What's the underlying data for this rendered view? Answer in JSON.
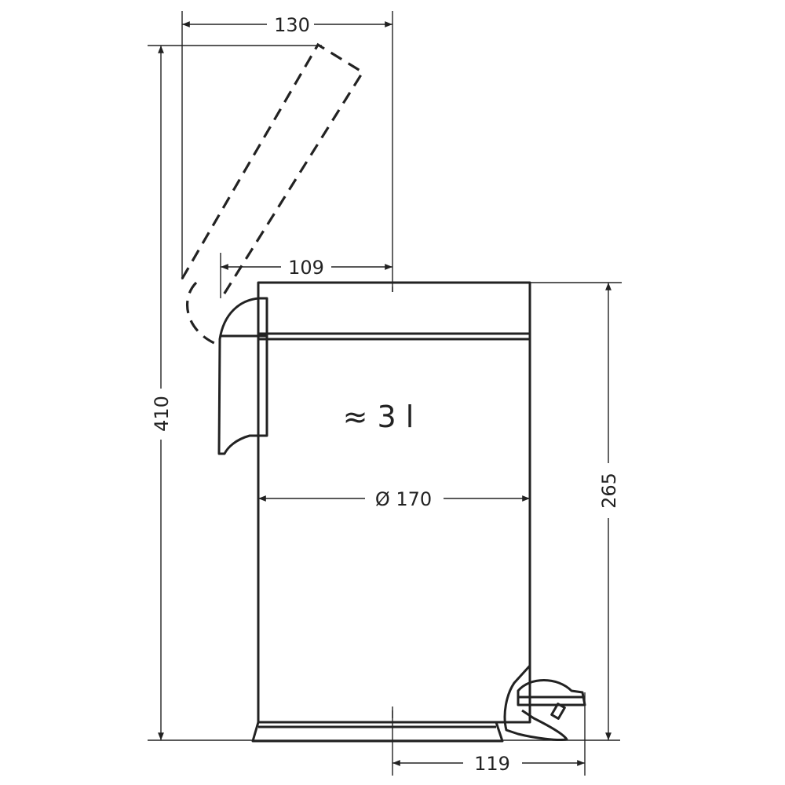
{
  "dimensions": {
    "lid_open_width": "130",
    "total_height": "410",
    "lid_depth": "109",
    "body_height": "265",
    "diameter": "Ø 170",
    "pedal_depth": "119"
  },
  "capacity": "≈ 3 l",
  "colors": {
    "line": "#222222",
    "background": "#ffffff"
  }
}
